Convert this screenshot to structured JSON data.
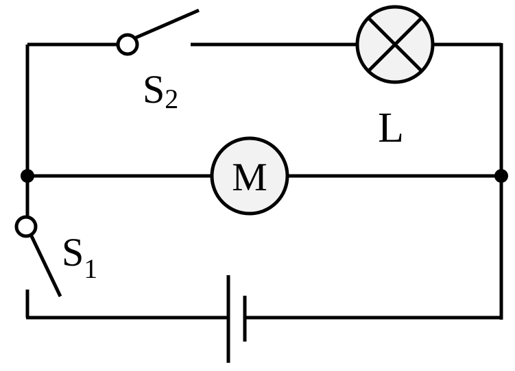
{
  "colors": {
    "line": "#000000",
    "component_fill": "#f2f2f2",
    "background": "#ffffff"
  },
  "components": {
    "switch_s2": {
      "symbol": "S",
      "subscript": "2"
    },
    "lamp": {
      "label": "L",
      "icon": "lamp-cross-icon"
    },
    "motor": {
      "label": "M",
      "icon": "motor-circle-icon"
    },
    "switch_s1": {
      "symbol": "S",
      "subscript": "1"
    },
    "battery": {
      "icon": "battery-cell-icon"
    }
  }
}
